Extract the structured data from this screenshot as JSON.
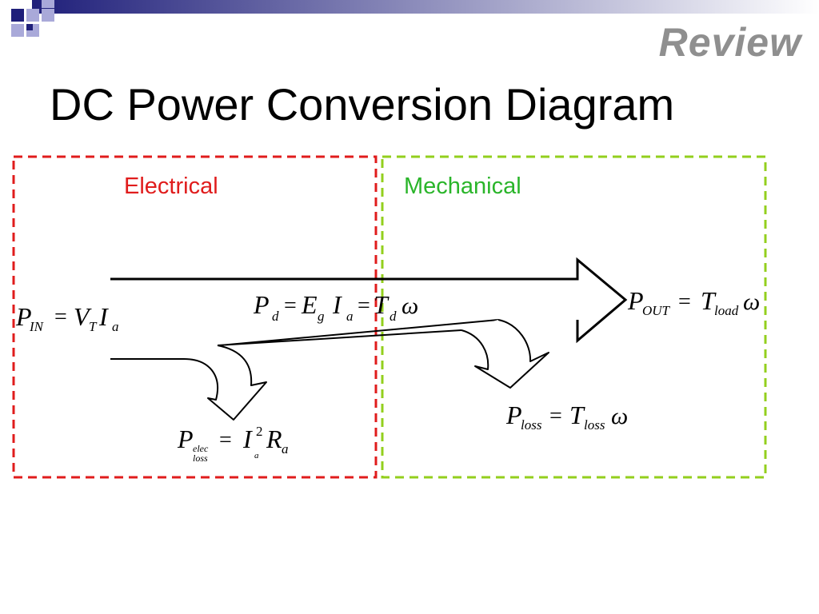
{
  "header": {
    "badge": "Review",
    "title": "DC Power Conversion Diagram"
  },
  "regions": {
    "electrical_label": "Electrical",
    "mechanical_label": "Mechanical"
  },
  "equations": {
    "p_in": {
      "lhs": "P",
      "lhs_sub": "IN",
      "rhs_v": "V",
      "rhs_v_sub": "T",
      "rhs_i": "I",
      "rhs_i_sub": "a"
    },
    "p_d": {
      "lhs": "P",
      "lhs_sub": "d",
      "e": "E",
      "e_sub": "g",
      "i": "I",
      "i_sub": "a",
      "t": "T",
      "t_sub": "d",
      "w": "ω"
    },
    "p_out": {
      "lhs": "P",
      "lhs_sub": "OUT",
      "t": "T",
      "t_sub": "load",
      "w": "ω"
    },
    "p_loss": {
      "lhs": "P",
      "lhs_sub": "loss",
      "t": "T",
      "t_sub": "loss",
      "w": "ω"
    },
    "p_elec_loss": {
      "lhs": "P",
      "lhs_sub_1": "elec",
      "lhs_sub_2": "loss",
      "i": "I",
      "i_sup": "2",
      "i_sub": "a",
      "r": "R",
      "r_sub": "a"
    },
    "equals": "="
  },
  "colors": {
    "electrical_border": "#e01c1c",
    "mechanical_border": "#93cf1d",
    "electrical_text": "#e01c1c",
    "mechanical_text": "#2ab52a",
    "review_text": "#8f8f8f",
    "deco_navy": "#1f1f7a",
    "deco_light": "#a9a9d9",
    "deco_gradient_start": "#1f1f7a",
    "deco_gradient_end": "#ffffff"
  }
}
